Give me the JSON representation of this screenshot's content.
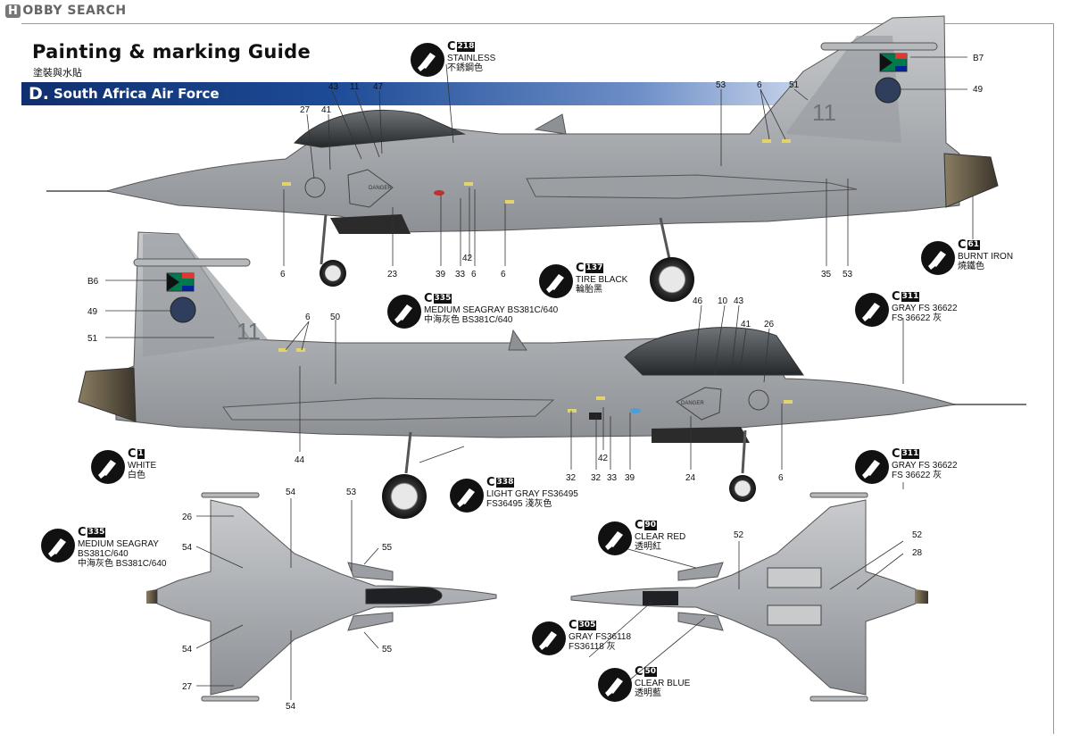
{
  "watermark": {
    "badge": "H",
    "text": "OBBY SEARCH"
  },
  "header": {
    "title": "Painting & marking Guide",
    "subtitle": "塗裝與水貼",
    "section_letter": "D.",
    "section_title": "South Africa Air Force"
  },
  "colors": {
    "band_dark": "#0f2f6f",
    "band_mid": "#1d4b96",
    "aircraft_gray": "#a9acb0",
    "aircraft_dark": "#7f8387",
    "canopy": "#2a2d30",
    "flag_green": "#007a4d",
    "flag_red": "#de3831",
    "flag_blue": "#002395",
    "flag_gold": "#ffb612"
  },
  "callouts": [
    {
      "id": "stainless",
      "letter": "C",
      "code": "218",
      "lines": [
        "STAINLESS",
        "不銹鋼色"
      ]
    },
    {
      "id": "burnt-iron",
      "letter": "C",
      "code": "61",
      "lines": [
        "BURNT IRON",
        "燒鐵色"
      ]
    },
    {
      "id": "tire-black",
      "letter": "C",
      "code": "137",
      "lines": [
        "TIRE BLACK",
        "輪胎黑"
      ]
    },
    {
      "id": "medium-seagray-side",
      "letter": "C",
      "code": "335",
      "lines": [
        "MEDIUM SEAGRAY BS381C/640",
        "中海灰色 BS381C/640"
      ]
    },
    {
      "id": "gray-36622-a",
      "letter": "C",
      "code": "311",
      "lines": [
        "GRAY FS 36622",
        "FS 36622 灰"
      ]
    },
    {
      "id": "white",
      "letter": "C",
      "code": "1",
      "lines": [
        "WHITE",
        "白色"
      ]
    },
    {
      "id": "light-gray",
      "letter": "C",
      "code": "338",
      "lines": [
        "LIGHT GRAY FS36495",
        "FS36495 淺灰色"
      ]
    },
    {
      "id": "gray-36622-b",
      "letter": "C",
      "code": "311",
      "lines": [
        "GRAY FS 36622",
        "FS 36622 灰"
      ]
    },
    {
      "id": "medium-seagray-top",
      "letter": "C",
      "code": "335",
      "lines": [
        "MEDIUM SEAGRAY",
        "BS381C/640",
        "中海灰色 BS381C/640"
      ]
    },
    {
      "id": "clear-red",
      "letter": "C",
      "code": "90",
      "lines": [
        "CLEAR RED",
        "透明紅"
      ]
    },
    {
      "id": "gray-36118",
      "letter": "C",
      "code": "305",
      "lines": [
        "GRAY FS36118",
        "FS36118 灰"
      ]
    },
    {
      "id": "clear-blue",
      "letter": "C",
      "code": "50",
      "lines": [
        "CLEAR BLUE",
        "透明藍"
      ]
    }
  ],
  "markers": {
    "side1": [
      "43",
      "11",
      "47",
      "27",
      "41",
      "53",
      "6",
      "51",
      "B7",
      "49",
      "6",
      "23",
      "39",
      "33",
      "6",
      "42",
      "6",
      "35",
      "53"
    ],
    "side2": [
      "B6",
      "49",
      "51",
      "6",
      "50",
      "46",
      "10",
      "43",
      "41",
      "26",
      "44",
      "32",
      "32",
      "42",
      "33",
      "39",
      "24",
      "6"
    ],
    "top": [
      "26",
      "54",
      "53",
      "54",
      "55",
      "55",
      "54",
      "27",
      "54"
    ],
    "bottom": [
      "52",
      "52",
      "28"
    ],
    "stencil": [
      "DANGER",
      "DANGER"
    ],
    "tail_number": "11"
  }
}
